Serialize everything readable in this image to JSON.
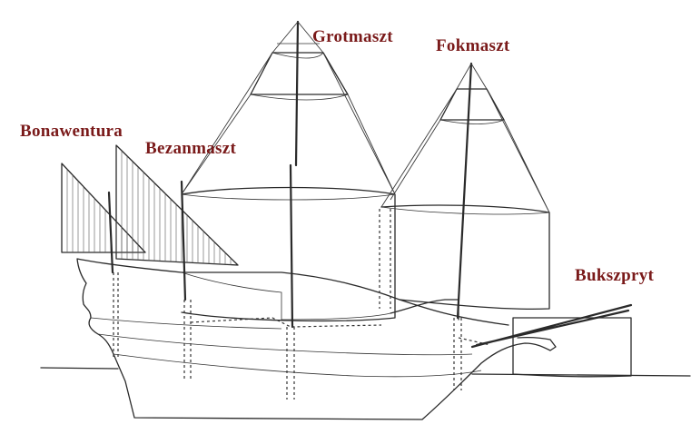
{
  "labels": {
    "grotmaszt": "Grotmaszt",
    "fokmaszt": "Fokmaszt",
    "bonawentura": "Bonawentura",
    "bezanmaszt": "Bezanmaszt",
    "bukszpryt": "Bukszpryt"
  },
  "colors": {
    "label": "#7a1a1a",
    "ink": "#2a2a2a",
    "background": "#ffffff"
  }
}
